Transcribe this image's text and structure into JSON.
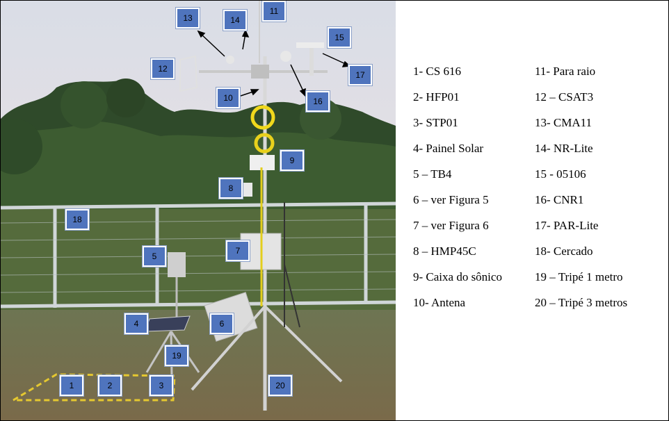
{
  "markers": [
    "1",
    "2",
    "3",
    "4",
    "5",
    "6",
    "7",
    "8",
    "9",
    "10",
    "11",
    "12",
    "13",
    "14",
    "15",
    "16",
    "17",
    "18",
    "19",
    "20"
  ],
  "legend": {
    "left": [
      "1- CS 616",
      "2- HFP01",
      "3- STP01",
      "4- Painel Solar",
      "5 – TB4",
      "6 – ver Figura  5",
      "7 – ver Figura  6",
      "8 – HMP45C",
      "9- Caixa do sônico",
      "10- Antena"
    ],
    "right": [
      "11- Para raio",
      "12 – CSAT3",
      "13- CMA11",
      "14- NR-Lite",
      "15 - 05106",
      "16- CNR1",
      "17- PAR-Lite",
      "18- Cercado",
      "19 – Tripé 1 metro",
      "20 – Tripé 3 metros"
    ]
  },
  "colors": {
    "marker_fill": "#4f74bd",
    "marker_border": "#ffffff"
  }
}
